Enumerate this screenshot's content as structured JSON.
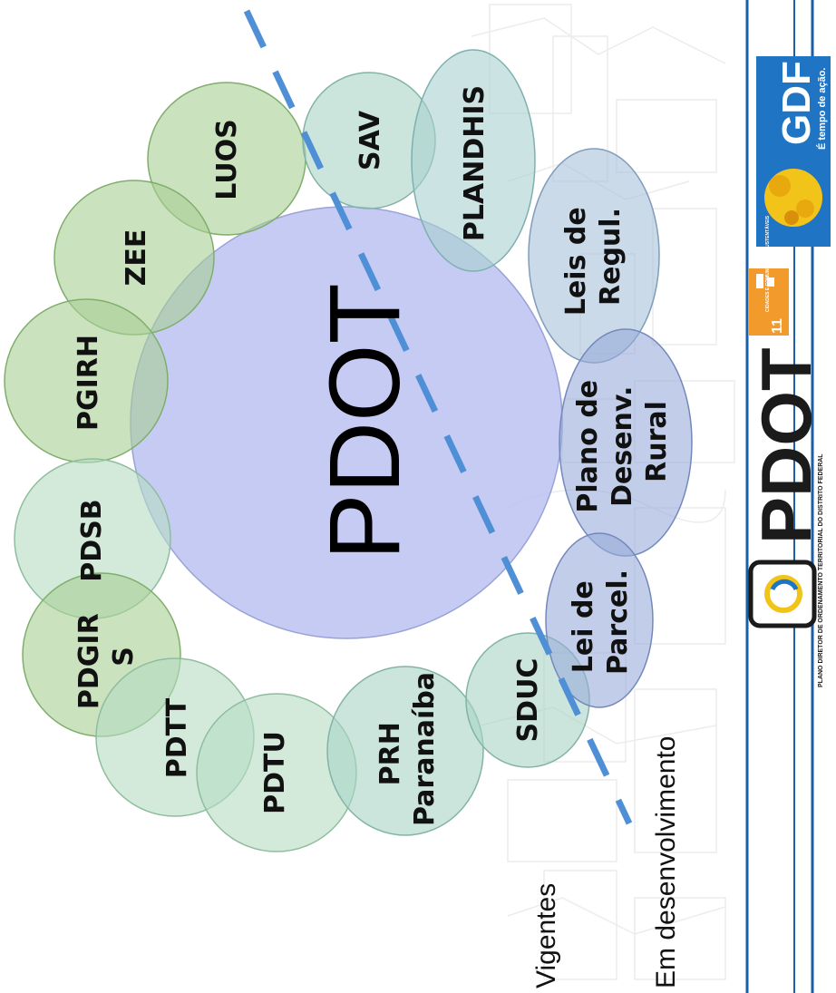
{
  "diagram": {
    "center_label": "PDOT",
    "plans": [
      {
        "label": "LUOS",
        "group": "Vigentes",
        "color": "#a9cf95"
      },
      {
        "label": "ZEE",
        "group": "Vigentes",
        "color": "#a9cf95"
      },
      {
        "label": "PGIRH",
        "group": "Vigentes",
        "color": "#a9cf95"
      },
      {
        "label": "PDSB",
        "group": "Vigentes",
        "color": "#b6dcc3"
      },
      {
        "label": "PDGIR S",
        "group": "Vigentes",
        "color": "#a9cf95"
      },
      {
        "label": "PDTT",
        "group": "Vigentes",
        "color": "#b6dcc3"
      },
      {
        "label": "PDTU",
        "group": "Vigentes",
        "color": "#b6dcc3"
      },
      {
        "label": "PRH Paranaíba",
        "group": "Vigentes",
        "color": "#a8d3c7"
      },
      {
        "label": "SDUC",
        "group": "Vigentes",
        "color": "#a8d3c7"
      },
      {
        "label": "SAV",
        "group": "Vigentes",
        "color": "#a8d3c7"
      },
      {
        "label": "PLANDHIS",
        "group": "Em desenvolvimento",
        "color": "#a9d0cf"
      },
      {
        "label": "Leis de Regul.",
        "group": "Em desenvolvimento",
        "color": "#a8c1db"
      },
      {
        "label": "Plano de Desenv. Rural",
        "group": "Em desenvolvimento",
        "color": "#98abdb"
      },
      {
        "label": "Lei de Parcel.",
        "group": "Em desenvolvimento",
        "color": "#98abdb"
      }
    ],
    "legend": {
      "left": "Vigentes",
      "right": "Em desenvolvimento"
    }
  },
  "colors": {
    "center_fill": "#b8bff0",
    "divider_line": "#4f8fd6",
    "sidebar_blue": "#1a5fa8",
    "gdf_blue": "#1f75c4",
    "ods_orange": "#f39a2c"
  },
  "logos": {
    "gdf": {
      "name": "GDF",
      "tagline": "É tempo de ação."
    },
    "ods": {
      "number": "11",
      "text": "CIDADES E COMUNIDADES SUSTENTÁVEIS"
    },
    "pdot": {
      "name": "PDOT",
      "subtitle": "PLANO DIRETOR DE ORDENAMENTO TERRITORIAL DO DISTRITO FEDERAL"
    }
  }
}
